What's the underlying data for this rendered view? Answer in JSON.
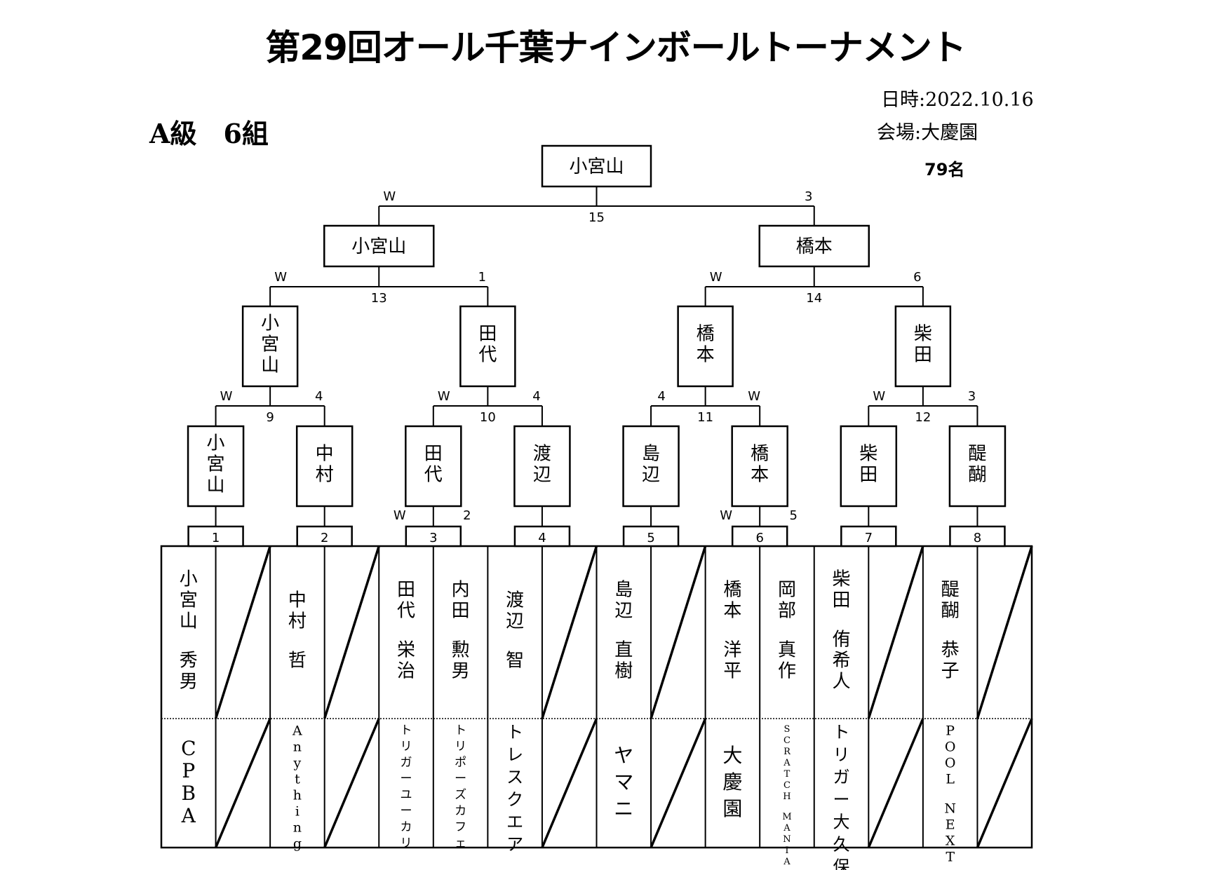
{
  "header": {
    "title": "第29回オール千葉ナインボールトーナメント",
    "class_label": "A級　6組",
    "date": "日時:2022.10.16",
    "venue": "会場:大慶園",
    "participants": "79名"
  },
  "bracket": {
    "final": {
      "match_no": "15",
      "winner": "小宮山",
      "left_score": "W",
      "right_score": "3"
    },
    "semifinals": [
      {
        "match_no": "13",
        "winner": "小宮山",
        "left_score": "W",
        "right_score": "1"
      },
      {
        "match_no": "14",
        "winner": "橋本",
        "left_score": "W",
        "right_score": "6"
      }
    ],
    "quarterfinals": [
      {
        "match_no": "9",
        "winner": "小宮山",
        "left_score": "W",
        "right_score": "4"
      },
      {
        "match_no": "10",
        "winner": "田代",
        "left_score": "W",
        "right_score": "4"
      },
      {
        "match_no": "11",
        "winner": "橋本",
        "left_score": "4",
        "right_score": "W"
      },
      {
        "match_no": "12",
        "winner": "柴田",
        "left_score": "W",
        "right_score": "3"
      }
    ],
    "first_round": [
      {
        "match_no": "1",
        "winner": "小宮山",
        "left_score": "",
        "right_score": ""
      },
      {
        "match_no": "2",
        "winner": "中村",
        "left_score": "",
        "right_score": ""
      },
      {
        "match_no": "3",
        "winner": "田代",
        "left_score": "W",
        "right_score": "2"
      },
      {
        "match_no": "4",
        "winner": "渡辺",
        "left_score": "",
        "right_score": ""
      },
      {
        "match_no": "5",
        "winner": "島辺",
        "left_score": "",
        "right_score": ""
      },
      {
        "match_no": "6",
        "winner": "橋本",
        "left_score": "W",
        "right_score": "5"
      },
      {
        "match_no": "7",
        "winner": "柴田",
        "left_score": "",
        "right_score": ""
      },
      {
        "match_no": "8",
        "winner": "醍醐",
        "left_score": "",
        "right_score": ""
      }
    ]
  },
  "players": [
    {
      "slot": 1,
      "bye": false,
      "name": "小宮山　秀男",
      "affiliation": "CPBA"
    },
    {
      "slot": 2,
      "bye": true,
      "name": "",
      "affiliation": ""
    },
    {
      "slot": 3,
      "bye": false,
      "name": "中村　哲",
      "affiliation": "Anything"
    },
    {
      "slot": 4,
      "bye": true,
      "name": "",
      "affiliation": ""
    },
    {
      "slot": 5,
      "bye": false,
      "name": "田代　栄治",
      "affiliation": "トリガーユーカリ"
    },
    {
      "slot": 6,
      "bye": false,
      "name": "内田　勲男",
      "affiliation": "トリポーズカフェ"
    },
    {
      "slot": 7,
      "bye": false,
      "name": "渡辺　智",
      "affiliation": "トレスクエア"
    },
    {
      "slot": 8,
      "bye": true,
      "name": "",
      "affiliation": ""
    },
    {
      "slot": 9,
      "bye": false,
      "name": "島辺　直樹",
      "affiliation": "ヤマニ"
    },
    {
      "slot": 10,
      "bye": true,
      "name": "",
      "affiliation": ""
    },
    {
      "slot": 11,
      "bye": false,
      "name": "橋本　洋平",
      "affiliation": "大慶園"
    },
    {
      "slot": 12,
      "bye": false,
      "name": "岡部　真作",
      "affiliation": "SCRATCH MANIA"
    },
    {
      "slot": 13,
      "bye": false,
      "name": "柴田　侑希人",
      "affiliation": "トリガー大久保"
    },
    {
      "slot": 14,
      "bye": true,
      "name": "",
      "affiliation": ""
    },
    {
      "slot": 15,
      "bye": false,
      "name": "醍醐　恭子",
      "affiliation": "POOL NEXT"
    },
    {
      "slot": 16,
      "bye": true,
      "name": "",
      "affiliation": ""
    }
  ]
}
